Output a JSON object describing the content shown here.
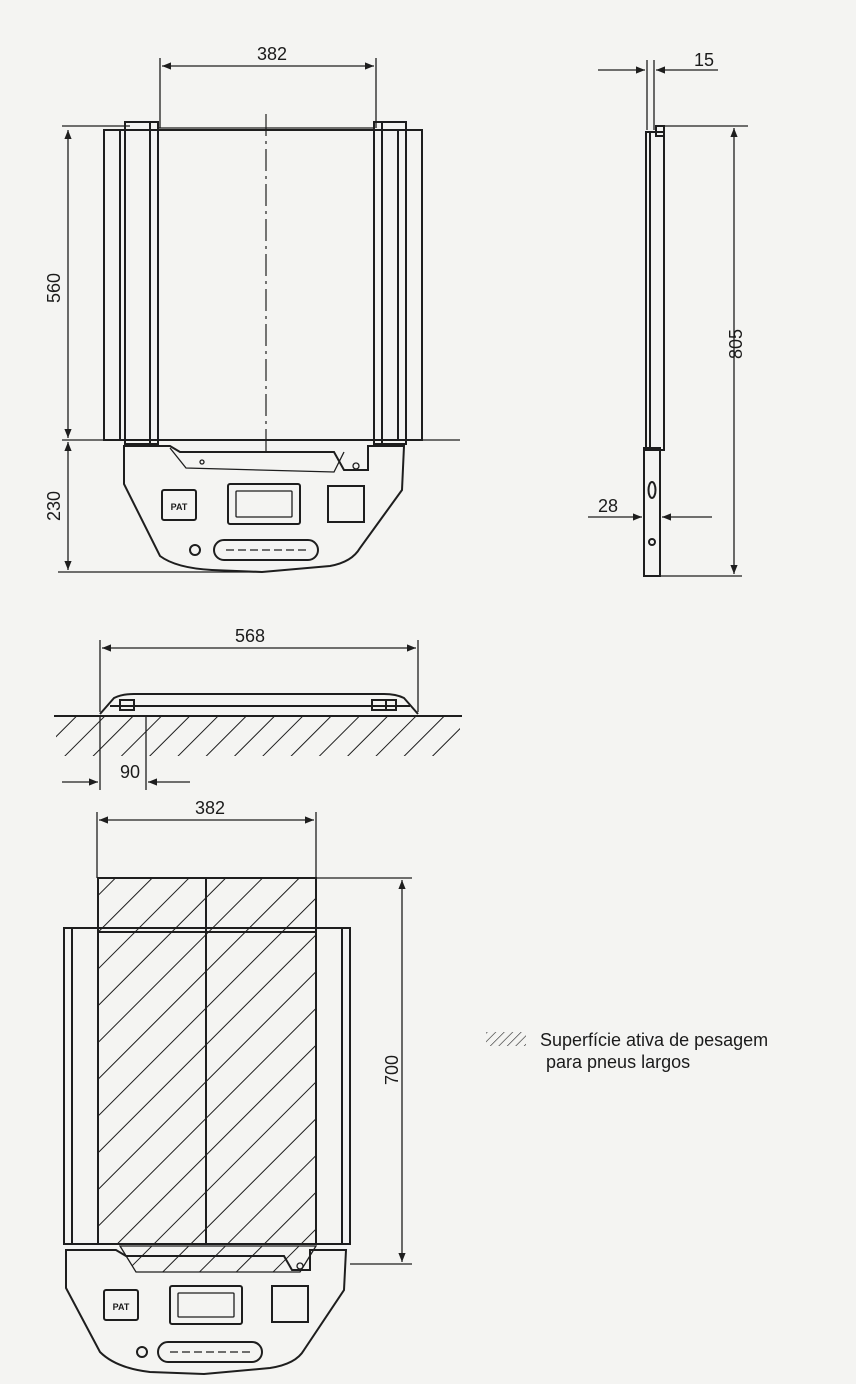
{
  "views": {
    "top_view": {
      "width_dim": "382",
      "length_dim": "560",
      "head_dim": "230",
      "button_label": "PAT"
    },
    "side_view": {
      "thickness_dim": "15",
      "length_dim": "805",
      "head_thickness_dim": "28"
    },
    "front_view": {
      "width_dim": "568",
      "recess_dim": "90"
    },
    "active_area_view": {
      "width_dim": "382",
      "length_dim": "700",
      "button_label": "PAT"
    }
  },
  "legend": {
    "line1": "Superfície ativa de pesagem",
    "line2": "para pneus largos"
  },
  "colors": {
    "ink": "#1e1e1e",
    "paper": "#f4f4f2"
  }
}
